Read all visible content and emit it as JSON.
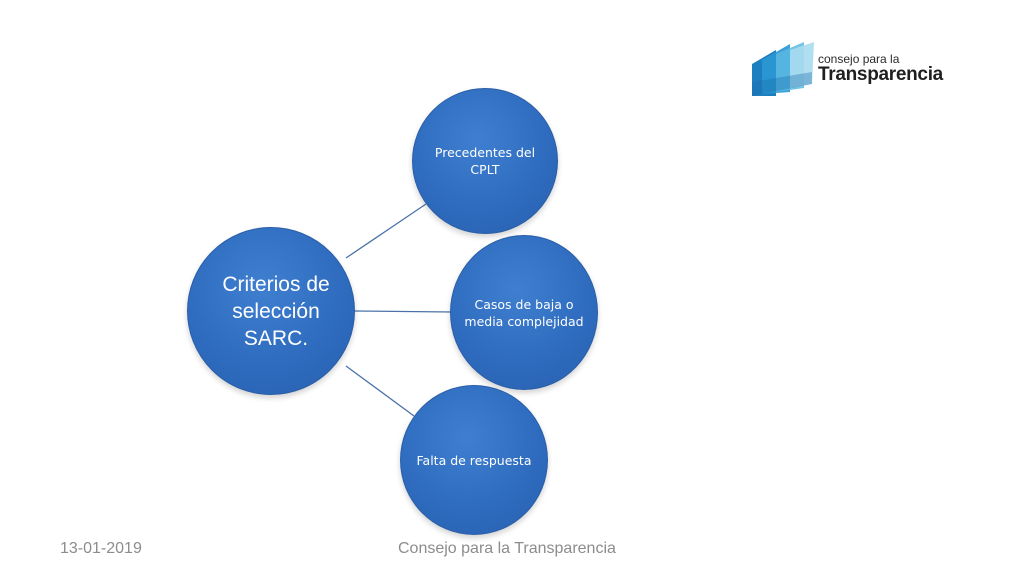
{
  "logo": {
    "line1": "consejo para la",
    "line2": "Transparencia",
    "colors": [
      "#1e88c8",
      "#2fa8d8",
      "#8fd0ea"
    ]
  },
  "diagram": {
    "center": {
      "label": "Criterios de selección SARC."
    },
    "nodes": [
      {
        "label": "Precedentes del CPLT"
      },
      {
        "label": "Casos de baja o media complejidad"
      },
      {
        "label": "Falta de respuesta"
      }
    ],
    "colors": {
      "node_fill": "#2f6cbf",
      "connector": "#4a72a8"
    }
  },
  "footer": {
    "date": "13-01-2019",
    "organization": "Consejo para la Transparencia"
  }
}
